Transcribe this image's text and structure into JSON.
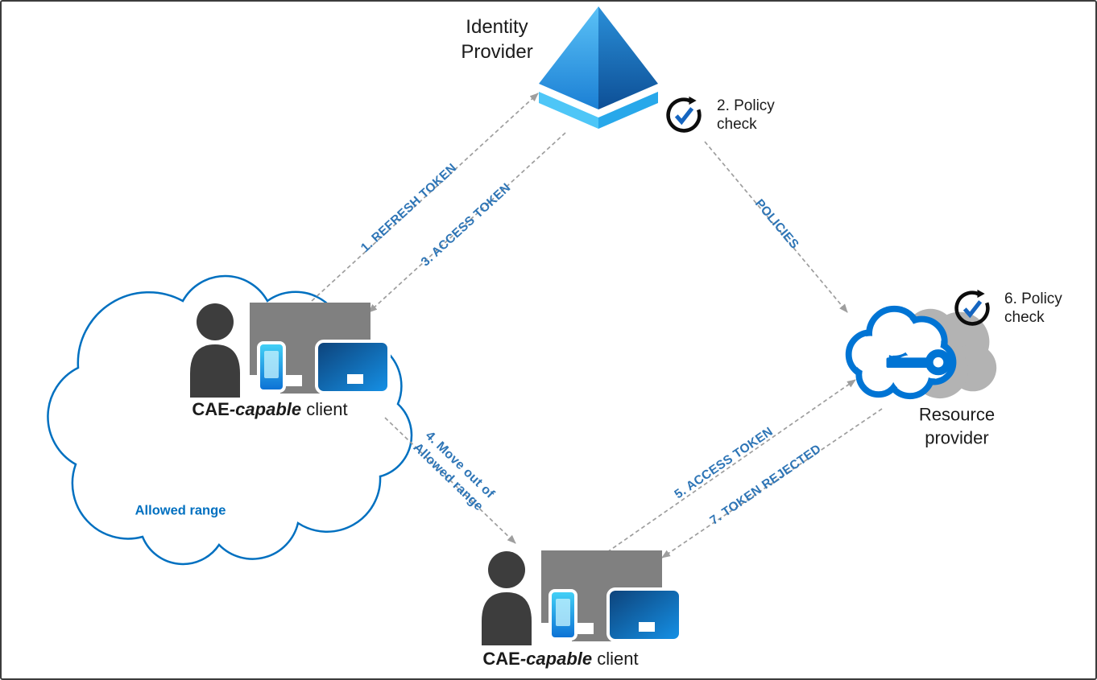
{
  "colors": {
    "edge_label_blue": "#2e75b6",
    "cloud_outline_blue": "#0070c0",
    "arrow_gray": "#9e9e9e",
    "person_gray": "#3d3d3d",
    "monitor_gray": "#808080",
    "resource_cloud_gray": "#b3b3b3"
  },
  "nodes": {
    "identity_provider": {
      "label": "Identity\nProvider"
    },
    "policy_check_top": {
      "label": "2. Policy\ncheck"
    },
    "policy_check_right": {
      "label": "6. Policy\ncheck"
    },
    "client_left": {
      "name_acronym": "CAE",
      "name_modifier": "-capable",
      "name_rest": " client"
    },
    "client_bottom": {
      "name_acronym": "CAE",
      "name_modifier": "-capable",
      "name_rest": " client"
    },
    "allowed_range_label": "Allowed range",
    "resource_provider": {
      "label": "Resource\nprovider"
    }
  },
  "edges": {
    "refresh_token": "1. REFRESH TOKEN",
    "access_token_to_client": "3. ACCESS TOKEN",
    "policies": "POLICIES",
    "move_out_of_range": "4. Move out of\nAllowed range",
    "access_token_to_rp": "5. ACCESS TOKEN",
    "token_rejected": "7. TOKEN REJECTED"
  }
}
